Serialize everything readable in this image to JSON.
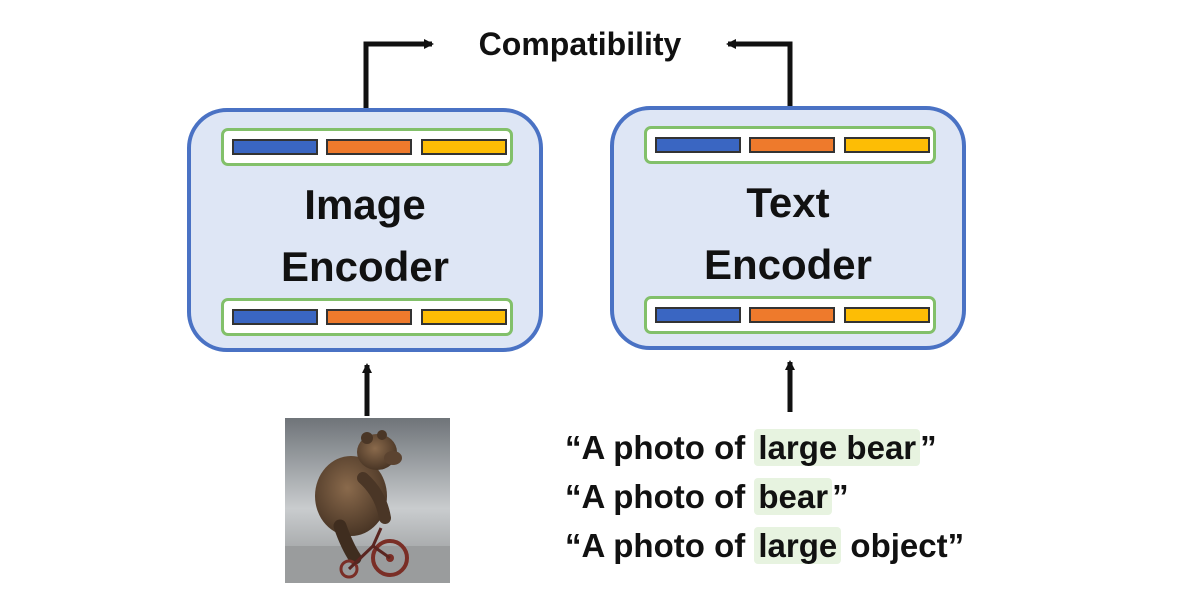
{
  "title": "Compatibility",
  "encoders": {
    "image": {
      "line1": "Image",
      "line2": "Encoder"
    },
    "text": {
      "line1": "Text",
      "line2": "Encoder"
    }
  },
  "token_colors": [
    "#3a66c2",
    "#ee7a2c",
    "#fdbd05"
  ],
  "accent_colors": {
    "box_fill": "#dee6f5",
    "box_border": "#4a72c4",
    "bar_border": "#82c06a",
    "highlight": "#e7f3e0"
  },
  "prompts": [
    {
      "open": "“A photo of ",
      "highlight": "large bear",
      "close": "”"
    },
    {
      "open": "“A photo of ",
      "highlight": "bear",
      "close": "”"
    },
    {
      "open": "“A photo of ",
      "highlight": "large",
      "close": " object”"
    }
  ],
  "image_subject": "bear-on-tricycle-photo"
}
